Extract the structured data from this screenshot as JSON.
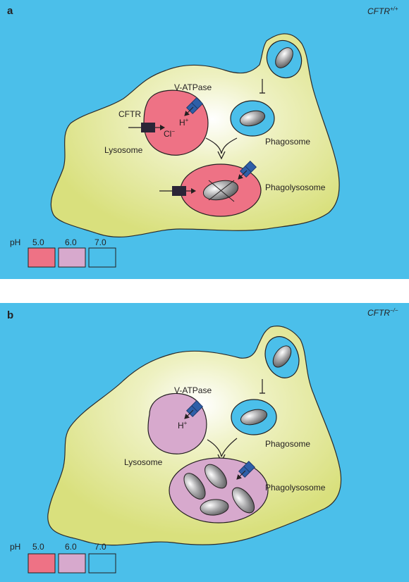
{
  "colors": {
    "background": "#4bbfea",
    "cell": "#d9e07d",
    "ph_5": "#ee7285",
    "ph_6": "#d7a9cd",
    "ph_7": "#4bbfea",
    "pump": "#2e5fa8",
    "channel": "#2b2537"
  },
  "panel_a": {
    "letter": "a",
    "genotype": "CFTR",
    "genotype_sup": "+/+",
    "labels": {
      "v_atpase": "V-ATPase",
      "proton": "H",
      "proton_sup": "+",
      "cftr": "CFTR",
      "chloride": "Cl",
      "chloride_sup": "−",
      "lysosome": "Lysosome",
      "phagosome": "Phagosome",
      "phagolysosome": "Phagolysosome"
    },
    "legend": {
      "title": "pH",
      "values": [
        "5.0",
        "6.0",
        "7.0"
      ]
    }
  },
  "panel_b": {
    "letter": "b",
    "genotype": "CFTR",
    "genotype_sup": "−/−",
    "labels": {
      "v_atpase": "V-ATPase",
      "proton": "H",
      "proton_sup": "+",
      "lysosome": "Lysosome",
      "phagosome": "Phagosome",
      "phagolysosome": "Phagolysosome"
    },
    "legend": {
      "title": "pH",
      "values": [
        "5.0",
        "6.0",
        "7.0"
      ]
    }
  }
}
